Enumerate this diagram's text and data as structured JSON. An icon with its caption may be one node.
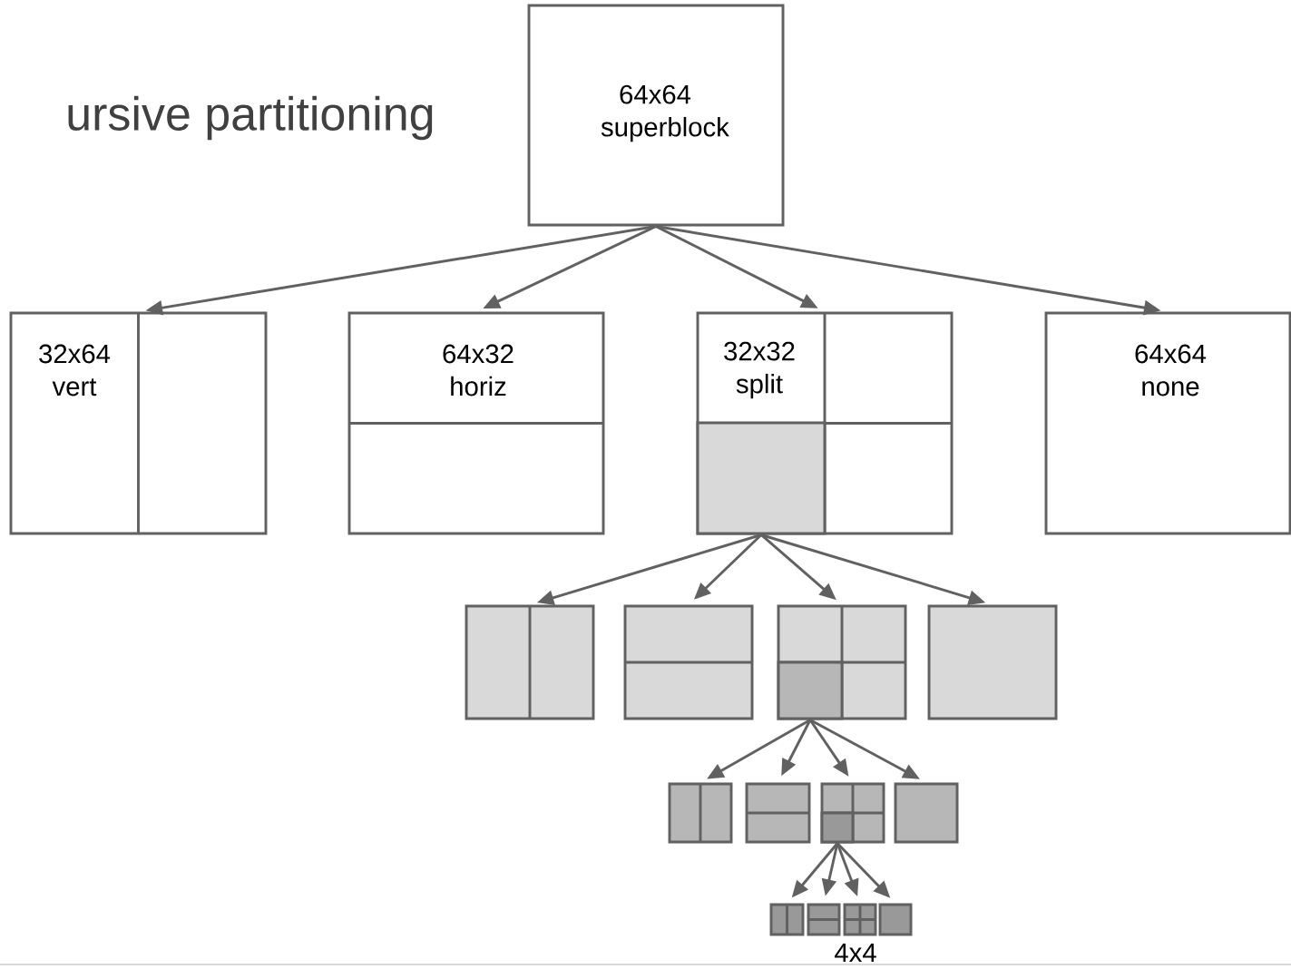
{
  "diagram": {
    "title": "ursive partitioning",
    "nodes": [
      {
        "text": [
          "64x64 superblock"
        ]
      },
      {
        "text": [
          "32x64 vert"
        ]
      },
      {
        "text": [
          "64x32 horiz"
        ]
      },
      {
        "text": [
          "32x32 split"
        ]
      },
      {
        "text": [],
        "shape": "box",
        "in": 3
      },
      {
        "text": [
          "64x64 none"
        ]
      },
      {
        "text": [],
        "shape": "box"
      },
      {
        "text": [],
        "shape": "box"
      },
      {
        "text": [],
        "shape": "box"
      },
      {
        "text": [],
        "shape": "box",
        "in": 8
      },
      {
        "text": [],
        "shape": "box"
      },
      {
        "text": [],
        "shape": "box"
      },
      {
        "text": [],
        "shape": "box"
      },
      {
        "text": [],
        "shape": "box"
      },
      {
        "text": [],
        "shape": "box",
        "in": 13
      },
      {
        "text": [],
        "shape": "box"
      },
      {
        "text": [],
        "shape": "box"
      },
      {
        "text": [],
        "shape": "box"
      },
      {
        "text": [],
        "shape": "box"
      },
      {
        "text": [],
        "shape": "box"
      }
    ],
    "edges": [
      {
        "from": 0,
        "to": 1,
        "arrow": "to"
      },
      {
        "from": 0,
        "to": 2,
        "arrow": "to"
      },
      {
        "from": 0,
        "to": 3,
        "arrow": "to"
      },
      {
        "from": 0,
        "to": 5,
        "arrow": "to"
      },
      {
        "from": 4,
        "to": 6,
        "arrow": "to"
      },
      {
        "from": 4,
        "to": 7,
        "arrow": "to"
      },
      {
        "from": 4,
        "to": 8,
        "arrow": "to"
      },
      {
        "from": 4,
        "to": 10,
        "arrow": "to"
      },
      {
        "from": 9,
        "to": 11,
        "arrow": "to"
      },
      {
        "from": 9,
        "to": 12,
        "arrow": "to"
      },
      {
        "from": 9,
        "to": 13,
        "arrow": "to"
      },
      {
        "from": 9,
        "to": 15,
        "arrow": "to"
      },
      {
        "from": 14,
        "to": 16,
        "arrow": "to"
      },
      {
        "from": 14,
        "to": 17,
        "arrow": "to"
      },
      {
        "from": 14,
        "to": 18,
        "arrow": "to"
      },
      {
        "from": 14,
        "to": 19,
        "arrow": "to"
      }
    ],
    "labels": [
      "4x4"
    ]
  }
}
